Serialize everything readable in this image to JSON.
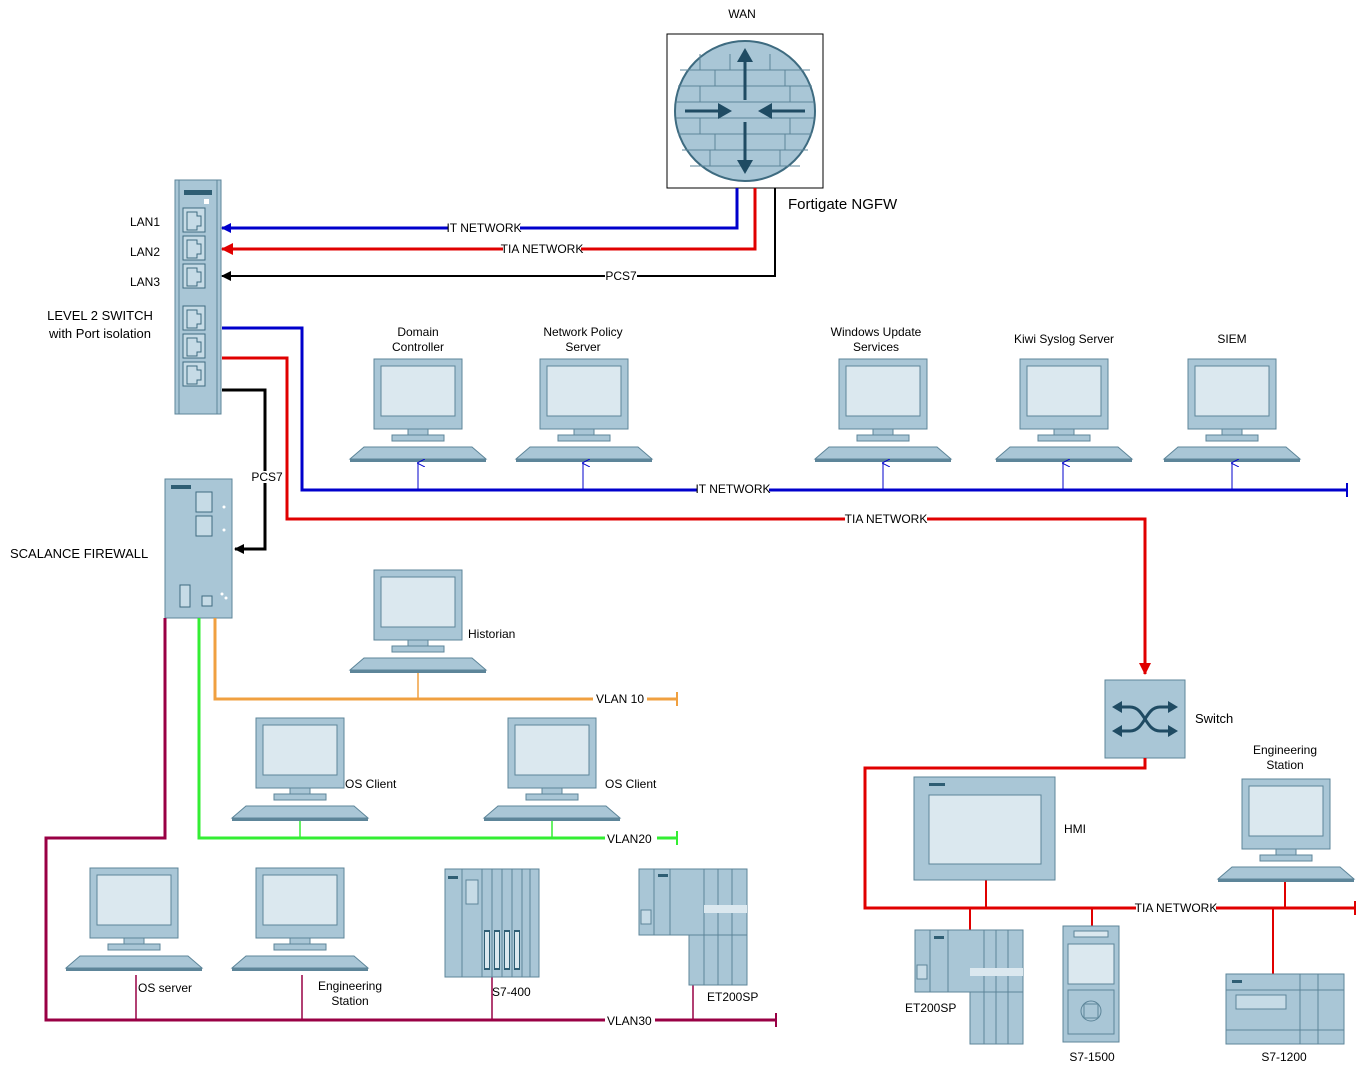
{
  "wan": {
    "label": "WAN",
    "firewall_name": "Fortigate NGFW"
  },
  "l2switch": {
    "label_line1": "LEVEL 2 SWITCH",
    "label_line2": "with Port isolation",
    "ports": [
      "LAN1",
      "LAN2",
      "LAN3"
    ]
  },
  "scalance": {
    "label": "SCALANCE FIREWALL"
  },
  "networks": {
    "it": "IT NETWORK",
    "tia": "TIA NETWORK",
    "pcs7": "PCS7",
    "vlan10": "VLAN 10",
    "vlan20": "VLAN20",
    "vlan30": "VLAN30"
  },
  "it_servers": [
    {
      "line1": "Domain",
      "line2": "Controller"
    },
    {
      "line1": "Network Policy",
      "line2": "Server"
    },
    {
      "line1": "Windows Update",
      "line2": "Services"
    },
    {
      "line1": "Kiwi Syslog Server",
      "line2": ""
    },
    {
      "line1": "SIEM",
      "line2": ""
    }
  ],
  "ot": {
    "historian": "Historian",
    "os_client": "OS Client",
    "os_server": "OS server",
    "eng_line1": "Engineering",
    "eng_line2": "Station",
    "s7_400": "S7-400",
    "et200sp": "ET200SP",
    "switch": "Switch",
    "hmi": "HMI",
    "s7_1500": "S7-1500",
    "s7_1200": "S7-1200"
  },
  "colors": {
    "it": "#0000cc",
    "tia": "#e00000",
    "pcs7": "#000000",
    "vlan10": "#f0a040",
    "vlan20": "#33ee33",
    "vlan30": "#990044",
    "device": "#a9c6d6"
  }
}
